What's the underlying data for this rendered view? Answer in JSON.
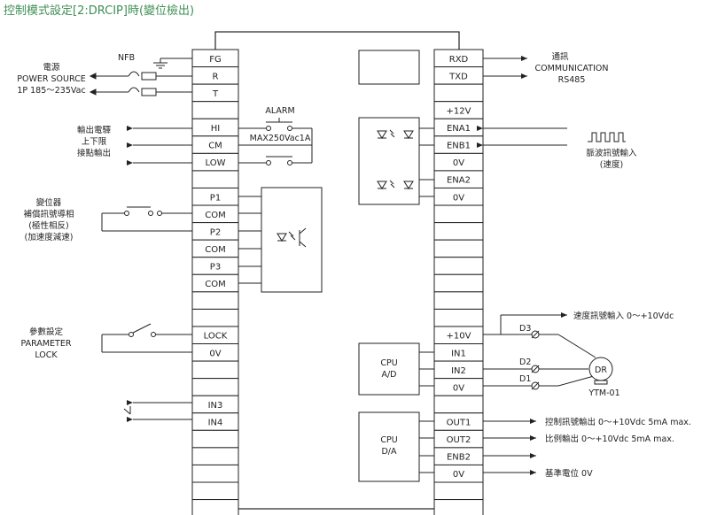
{
  "title": "控制模式設定[2:DRCIP]時(變位檢出)",
  "left_terminals": [
    "FG",
    "R",
    "T",
    "HI",
    "CM",
    "LOW",
    "P1",
    "COM",
    "P2",
    "COM",
    "P3",
    "COM",
    "LOCK",
    "0V",
    "IN3",
    "IN4"
  ],
  "right_terminals": [
    "RXD",
    "TXD",
    "+12V",
    "ENA1",
    "ENB1",
    "0V",
    "ENA2",
    "0V",
    "+10V",
    "IN1",
    "IN2",
    "0V",
    "OUT1",
    "OUT2",
    "ENB2",
    "0V"
  ],
  "nfb_label": "NFB",
  "power_source": [
    "電源",
    "POWER SOURCE",
    "1P 185～235Vac"
  ],
  "alarm_label": "ALARM",
  "alarm_rating": "MAX250Vac1A",
  "alarm_output": [
    "輸出電驛",
    "上下限",
    "接點輸出"
  ],
  "encoder_comp": [
    "變位器",
    "補償訊號導相",
    "(極性相反)",
    "(加速度減速)"
  ],
  "param_lock": [
    "參數設定",
    "PARAMETER",
    "LOCK"
  ],
  "communication": [
    "通訊",
    "COMMUNICATION",
    "RS485"
  ],
  "pulse_input": [
    "脈波訊號輸入",
    "(速度)"
  ],
  "speed_input": "速度訊號輸入 0～+10Vdc",
  "cpu_ad": [
    "CPU",
    "A/D"
  ],
  "cpu_da": [
    "CPU",
    "D/A"
  ],
  "pot_labels": [
    "D3",
    "D2",
    "D1"
  ],
  "dr_label": "DR",
  "ytm_label": "YTM-01",
  "out1_label": "控制訊號輸出 0～+10Vdc 5mA max.",
  "out2_label": "比例輸出 0～+10Vdc 5mA max.",
  "ref_label": "基準電位 0V"
}
